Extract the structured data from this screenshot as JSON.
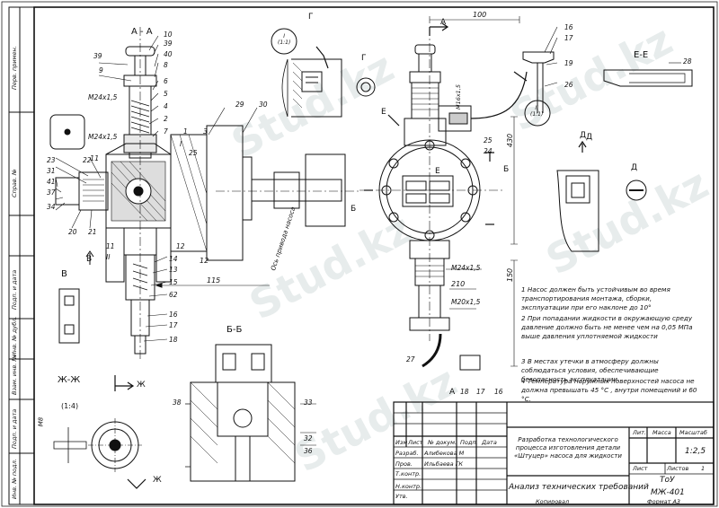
{
  "side_strip": {
    "labels": [
      "Перв. примен.",
      "Справ. №",
      "Подп. и дата",
      "Инв. № дубл.",
      "Взам. инв. №",
      "Подп. и дата",
      "Инв. № подл."
    ]
  },
  "sections": {
    "aa": "А - А",
    "g": "Г",
    "g_label": "Г",
    "ee": "Е-Е",
    "d": "Д",
    "d_label": "Д",
    "bb": "Б-Б",
    "zhzh": "Ж-Ж",
    "zh_scale": "(1:4)",
    "v": "В",
    "detail1": "I\n(1:1)",
    "detail2": "II\n(1:1)"
  },
  "dimensions": {
    "d100": "100",
    "d430": "430",
    "d150": "150",
    "d210": "210",
    "d115": "115",
    "d12": "12",
    "d11": "11",
    "m24_1": "М24х1,5",
    "m24_2": "М24х1,5",
    "m24_3": "М24х1,5",
    "m20": "М20х1,5",
    "m16": "М16х1,5",
    "m8": "М8",
    "axis": "Ось привода насоса"
  },
  "positions_left": [
    "10",
    "39",
    "40",
    "8",
    "6",
    "5",
    "4",
    "2",
    "7",
    "3",
    "1",
    "39",
    "9",
    "29",
    "30",
    "23",
    "31",
    "41",
    "37",
    "34",
    "20",
    "21",
    "22",
    "25",
    "11",
    "14",
    "13",
    "15",
    "62",
    "16",
    "17",
    "18",
    "12",
    "II",
    "I"
  ],
  "positions_right": [
    "16",
    "17",
    "19",
    "26",
    "28",
    "25",
    "24",
    "27",
    "18",
    "17",
    "16",
    "А",
    "А",
    "Б",
    "Б",
    "Е",
    "Е",
    "Д",
    "В",
    "Ж",
    "Ж"
  ],
  "positions_bb": [
    "38",
    "33",
    "32",
    "36"
  ],
  "notes": [
    "1 Насос должен быть устойчивым во время транспортирования монтажа, сборки, эксплуатации при его наклоне до 10°",
    "2 При попадании жидкости в окружающую среду давление должно быть не менее чем на 0,05 МПа выше давления уплотняемой жидкости",
    "3 В местах утечки в атмосферу должны соблюдаться условия, обеспечивающие безопасность эксплуатации.",
    "4 Температура наружных поверхностей насоса не должна превышать 45 °С , внутри помещений и 60 °С."
  ],
  "title_block": {
    "title": "Разработка технологического процесса изготовления детали «Штуцер» насоса для жидкости",
    "subtitle": "Анализ технических требований",
    "code_line1": "ТоУ",
    "code_line2": "МЖ-401",
    "headers": {
      "izm": "Изм",
      "list": "Лист",
      "doc": "№ докум.",
      "sign": "Подп.",
      "date": "Дата"
    },
    "rows": [
      {
        "role": "Разраб.",
        "name": "Алибекова М"
      },
      {
        "role": "Пров.",
        "name": "Ильбаева ГК"
      },
      {
        "role": "Т.контр.",
        "name": ""
      },
      {
        "role": "Н.контр.",
        "name": ""
      },
      {
        "role": "Утв.",
        "name": ""
      }
    ],
    "lit": "Лит.",
    "mass": "Масса",
    "scale": "Масштаб",
    "scale_value": "1:2,5",
    "sheet": "Лист",
    "sheets": "Листов",
    "sheets_value": "1",
    "copied": "Копировал",
    "format": "Формат   А3"
  },
  "watermark": "Stud.kz"
}
